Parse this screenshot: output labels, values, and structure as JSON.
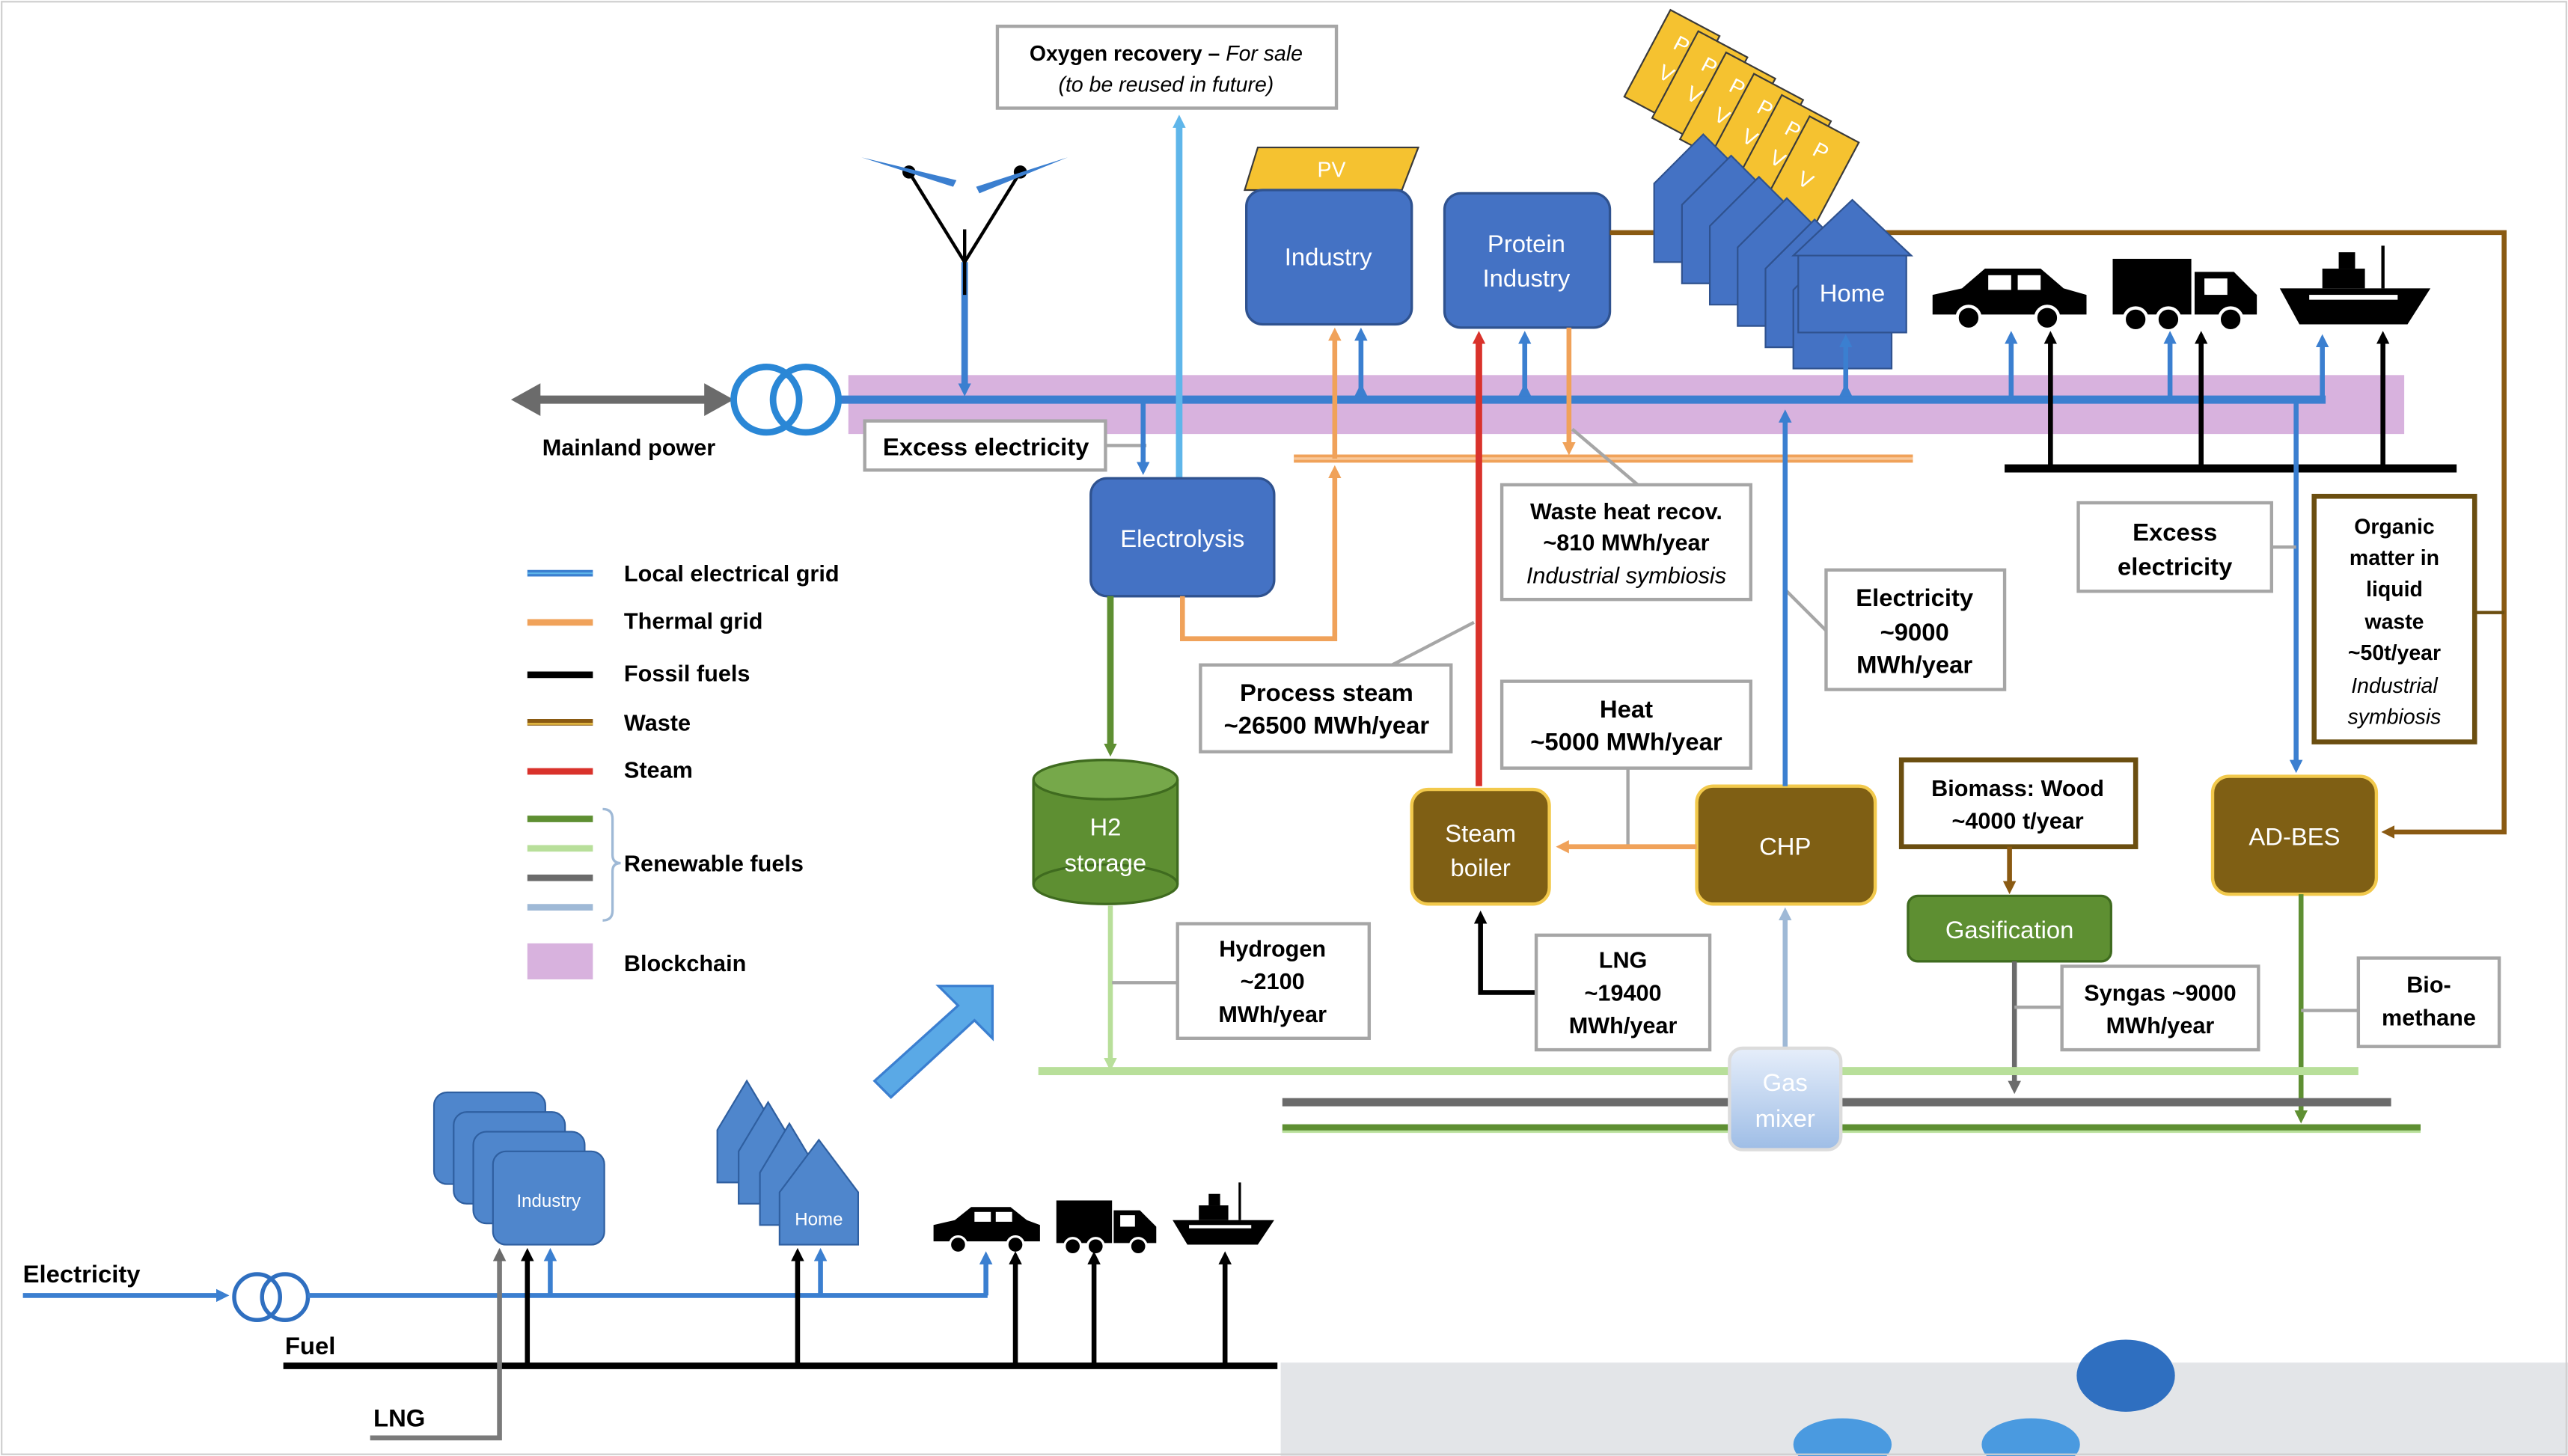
{
  "colors": {
    "electrical": "#3b7fd0",
    "electrical_light": "#5fb6ea",
    "thermal": "#f0a25a",
    "fossil": "#000000",
    "waste": "#8a5a12",
    "steam": "#d9322b",
    "renewable_green": "#5e8f32",
    "renewable_light": "#b8df9a",
    "renewable_gray": "#6b6b6b",
    "renewable_blue": "#9fb9d6",
    "blockchain": "#d8b2de",
    "box_blue": "#4472c4",
    "box_brown": "#7f5f14",
    "box_green": "#5e8f32",
    "pv_yellow": "#f5c230",
    "label_border": "#a6a6a6",
    "label_border_brown": "#6b4e10"
  },
  "labels": {
    "oxygen_bold": "Oxygen recovery –",
    "oxygen_italic": "For sale",
    "oxygen_line2": "(to be reused in future)",
    "mainland": "Mainland power",
    "excess_electricity": "Excess electricity",
    "waste_heat_1": "Waste heat recov.",
    "waste_heat_2": "~810 MWh/year",
    "waste_heat_3": "Industrial symbiosis",
    "process_steam_1": "Process steam",
    "process_steam_2": "~26500 MWh/year",
    "electricity_1": "Electricity",
    "electricity_2": "~9000",
    "electricity_3": "MWh/year",
    "excess_electricity2_1": "Excess",
    "excess_electricity2_2": "electricity",
    "organic_1": "Organic",
    "organic_2": "matter in",
    "organic_3": "liquid",
    "organic_4": "waste",
    "organic_5": "~50t/year",
    "organic_6": "Industrial",
    "organic_7": "symbiosis",
    "heat_1": "Heat",
    "heat_2": "~5000 MWh/year",
    "biomass_1": "Biomass: Wood",
    "biomass_2": "~4000 t/year",
    "hydrogen_1": "Hydrogen",
    "hydrogen_2": "~2100",
    "hydrogen_3": "MWh/year",
    "lng_1": "LNG",
    "lng_2": "~19400",
    "lng_3": "MWh/year",
    "syngas_1": "Syngas ~9000",
    "syngas_2": "MWh/year",
    "biomethane_1": "Bio-",
    "biomethane_2": "methane",
    "bottom_electricity": "Electricity",
    "bottom_fuel": "Fuel",
    "bottom_lng": "LNG"
  },
  "nodes": {
    "pv": "PV",
    "industry": "Industry",
    "protein_1": "Protein",
    "protein_2": "Industry",
    "home": "Home",
    "electrolysis": "Electrolysis",
    "h2_1": "H2",
    "h2_2": "storage",
    "steam_boiler_1": "Steam",
    "steam_boiler_2": "boiler",
    "chp": "CHP",
    "ad_bes": "AD-BES",
    "gasification": "Gasification",
    "gas_mixer_1": "Gas",
    "gas_mixer_2": "mixer",
    "small_industry": "Industry",
    "small_home": "Home",
    "pv_stack_letters": [
      "P",
      "V"
    ]
  },
  "legend": [
    {
      "label": "Local electrical grid",
      "icon": "line-blue-icon"
    },
    {
      "label": "Thermal grid",
      "icon": "line-orange-icon"
    },
    {
      "label": "Fossil fuels",
      "icon": "line-black-icon"
    },
    {
      "label": "Waste",
      "icon": "line-brown-icon"
    },
    {
      "label": "Steam",
      "icon": "line-red-icon"
    },
    {
      "label": "Renewable fuels",
      "icon": "line-green-group-icon"
    },
    {
      "label": "Blockchain",
      "icon": "swatch-purple-icon"
    }
  ],
  "icons": [
    "wind-turbine-icon",
    "transformer-icon",
    "car-icon",
    "truck-icon",
    "ship-icon",
    "arrow-icon",
    "pv-panel-icon"
  ]
}
